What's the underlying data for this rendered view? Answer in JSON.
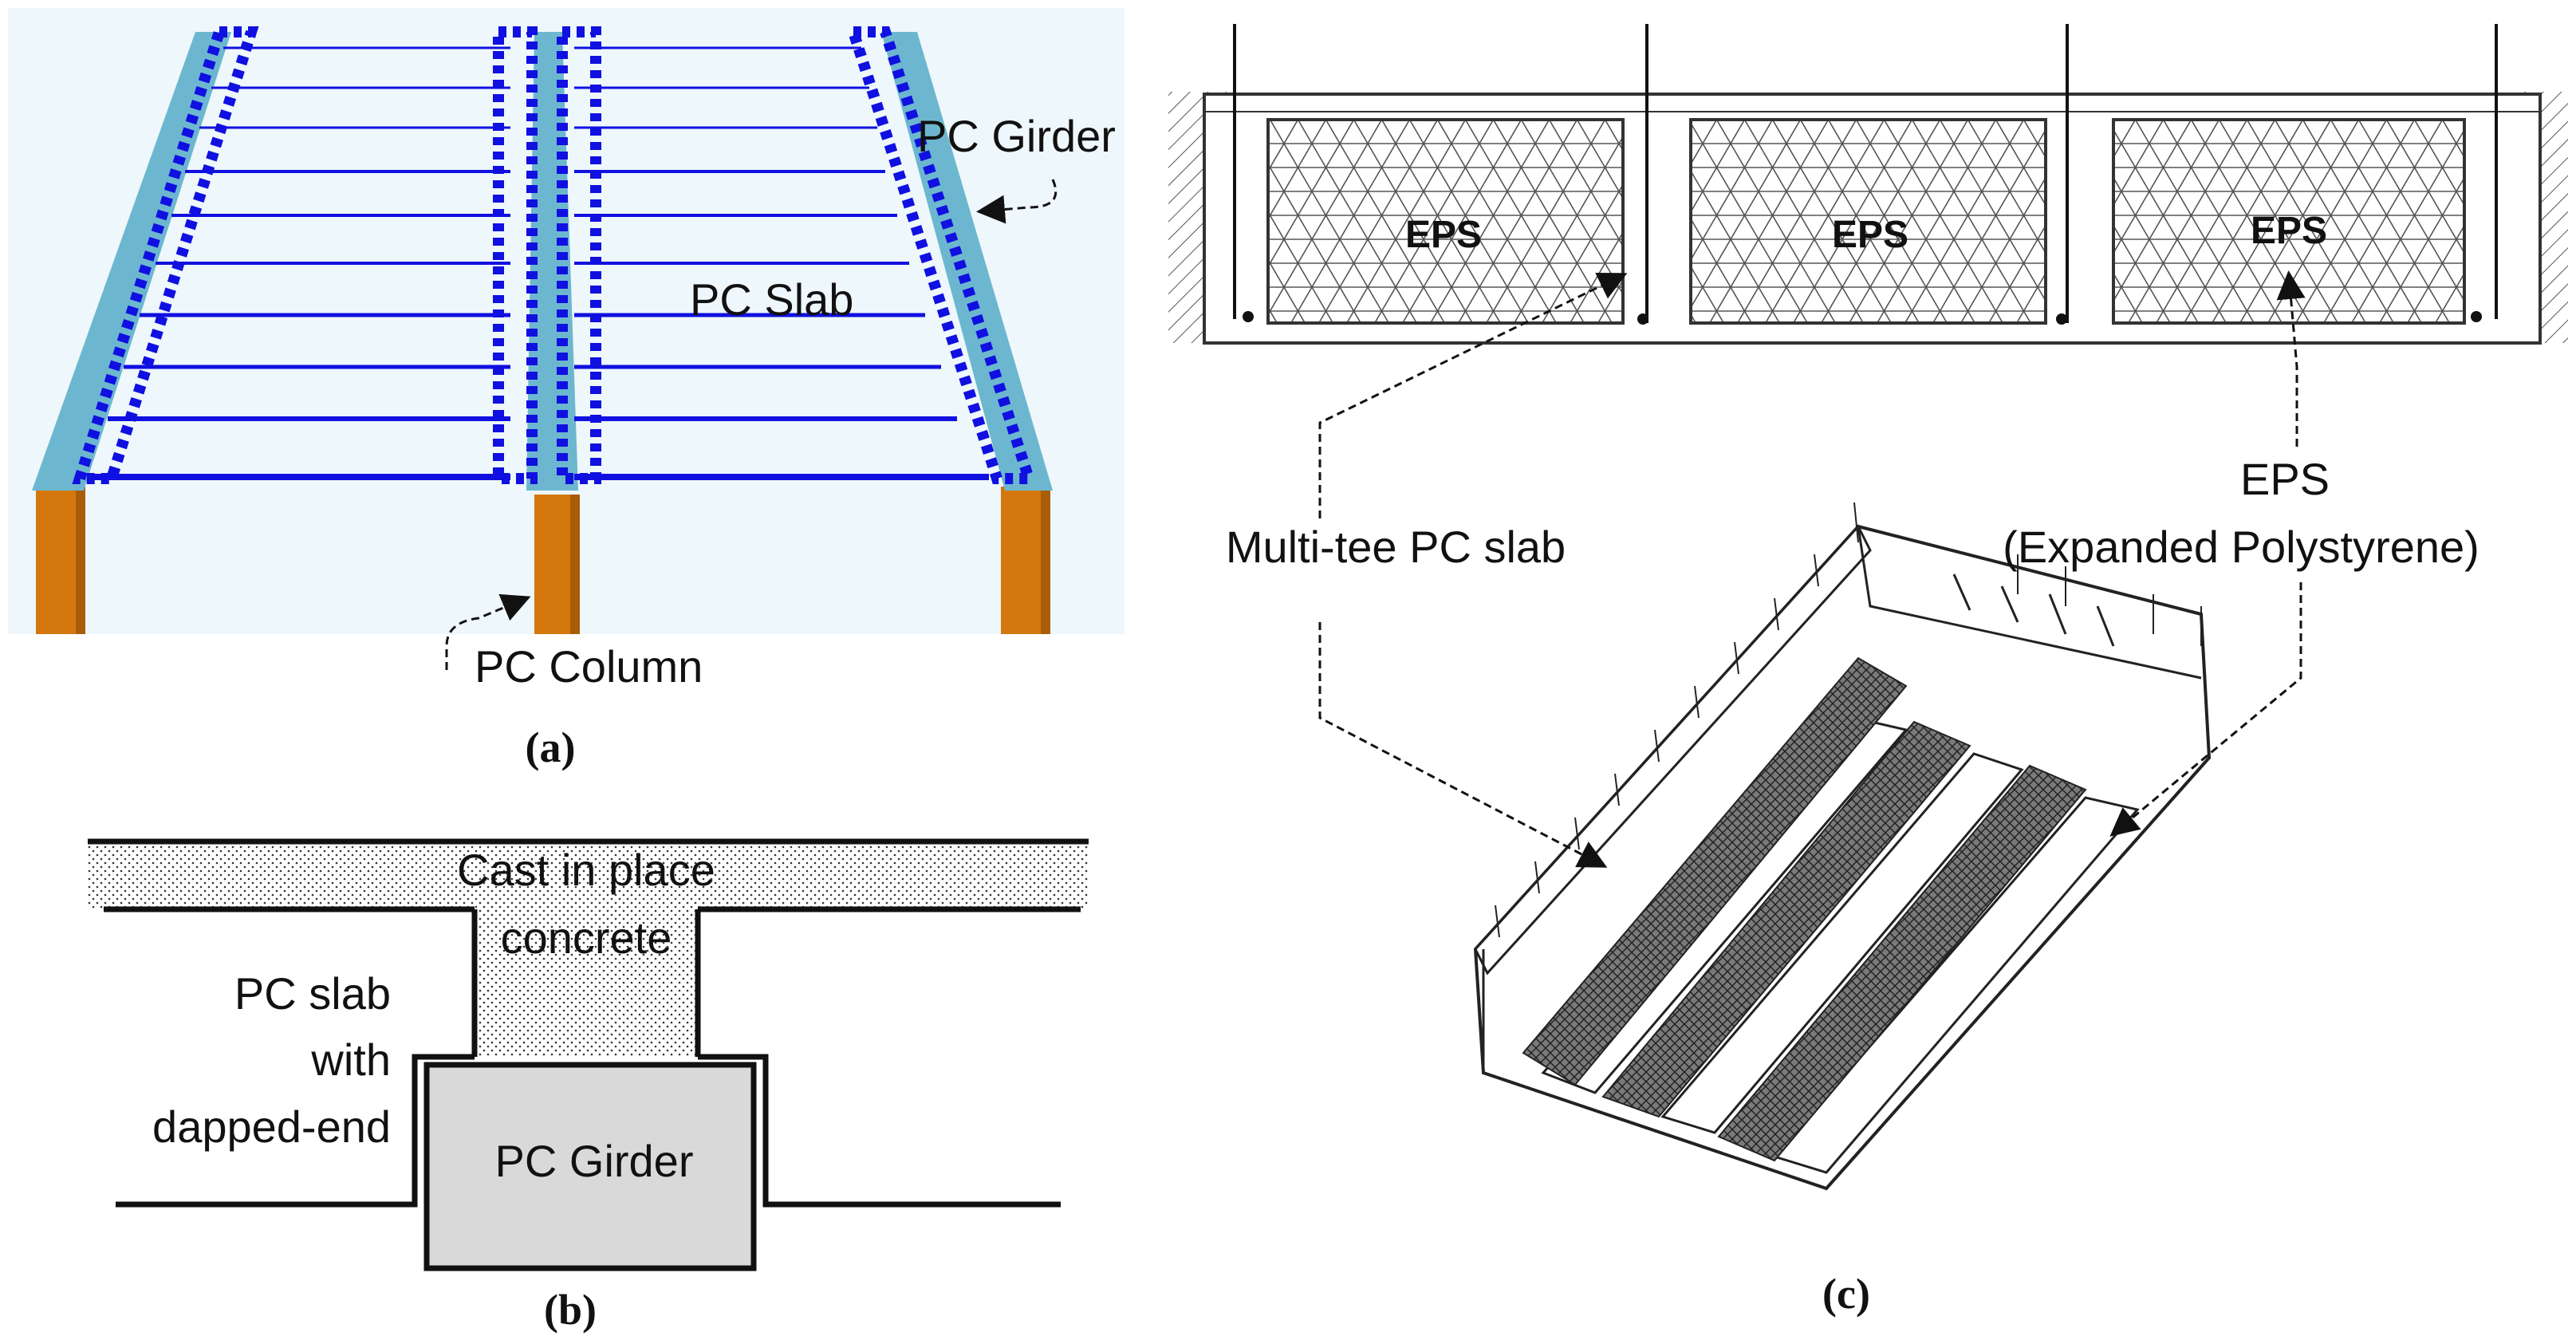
{
  "panel_a": {
    "labels": {
      "girder": "PC Girder",
      "slab": "PC Slab",
      "column": "PC Column"
    },
    "caption": "(a)"
  },
  "panel_b": {
    "labels": {
      "cast_line1": "Cast in place",
      "cast_line2": "concrete",
      "slab_line1": "PC slab",
      "slab_line2": "with",
      "slab_line3": "dapped-end",
      "girder": "PC Girder"
    },
    "caption": "(b)"
  },
  "panel_c": {
    "labels": {
      "eps1": "EPS",
      "eps2": "EPS",
      "eps3": "EPS",
      "multitee": "Multi-tee PC slab",
      "eps_title": "EPS",
      "eps_full": "(Expanded Polystyrene)"
    },
    "caption": "(c)"
  },
  "colors": {
    "girder": "#6cb7cf",
    "column": "#d4780e",
    "slab_blue": "#1010e0",
    "fill_grey": "#d9d9d9"
  }
}
